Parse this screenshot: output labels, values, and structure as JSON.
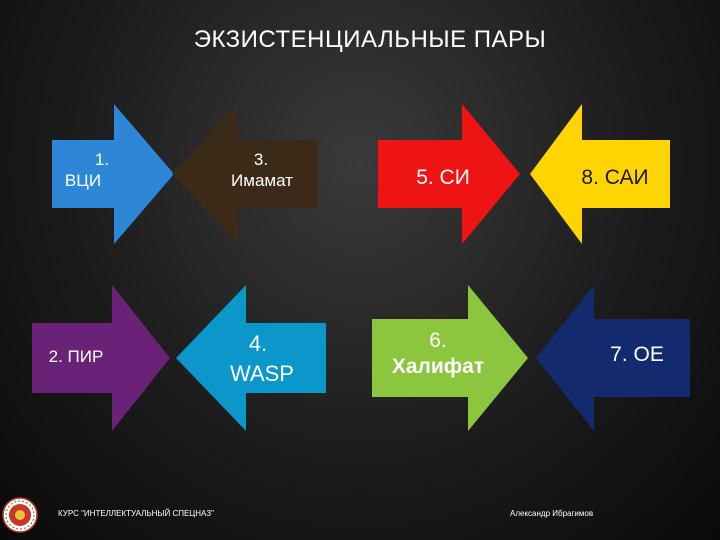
{
  "title": "ЭКЗИСТЕНЦИАЛЬНЫЕ ПАРЫ",
  "arrows": [
    {
      "id": "a1",
      "number": "1.",
      "text": "ВЦИ",
      "color": "#2e86d6",
      "direction": "right"
    },
    {
      "id": "a3",
      "number": "3.",
      "text": "Имамат",
      "color": "#3a2a17",
      "direction": "left"
    },
    {
      "id": "a5",
      "number": "",
      "text": "5. СИ",
      "color": "#ee1414",
      "direction": "right"
    },
    {
      "id": "a8",
      "number": "",
      "text": "8. САИ",
      "color": "#ffd400",
      "direction": "left"
    },
    {
      "id": "a2",
      "number": "",
      "text": "2. ПИР",
      "color": "#6a2278",
      "direction": "right"
    },
    {
      "id": "a4",
      "number": "4.",
      "text": "WASP",
      "color": "#0b97c9",
      "direction": "left"
    },
    {
      "id": "a6",
      "number": "6.",
      "text": "Халифат",
      "color": "#8cc63f",
      "direction": "right"
    },
    {
      "id": "a7",
      "number": "",
      "text": "7. ОЕ",
      "color": "#132a6e",
      "direction": "left"
    }
  ],
  "footer": {
    "left": "КУРС \"ИНТЕЛЛЕКТУАЛЬНЫЙ СПЕЦНАЗ\"",
    "right": "Александр Ибрагимов"
  },
  "logo_icon": "emblem-icon"
}
